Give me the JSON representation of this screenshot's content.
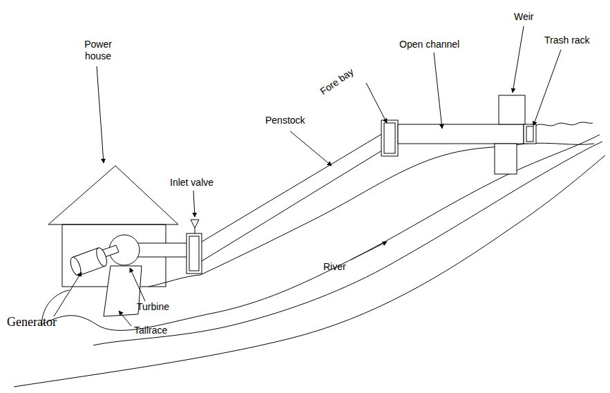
{
  "diagram": {
    "labels": [
      "Weir",
      "Open channel",
      "Trash rack",
      "Fore bay",
      "Penstock",
      "Power house",
      "Inlet valve",
      "River",
      "Generator",
      "Turbine",
      "Tailrace"
    ]
  }
}
